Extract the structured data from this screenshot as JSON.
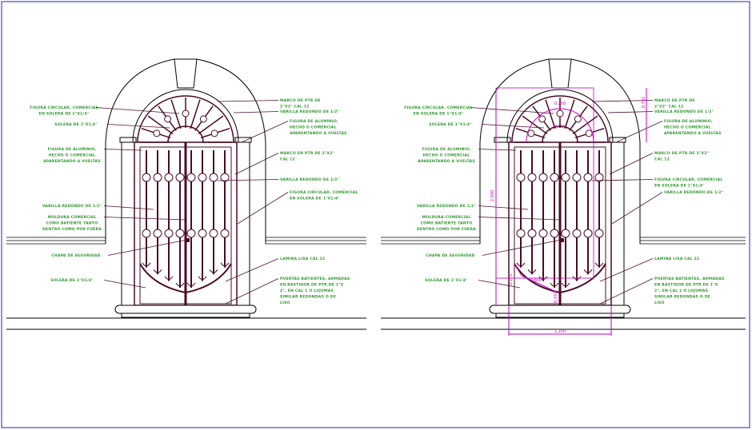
{
  "colors": {
    "border": "#2020c0",
    "line": "#000000",
    "door": "#4a0b24",
    "leader": "#4a1030",
    "label": "#2e9a2e",
    "dimension": "#c000c0"
  },
  "elevations": [
    {
      "labels": [
        {
          "lines": [
            "FIGURA CIRCULAR, COMERCIAL",
            "EN SOLERA DE 1\"X1/4\""
          ]
        },
        {
          "lines": [
            "SOLERA DE 1\"X1/4\""
          ]
        },
        {
          "lines": [
            "FIGURA DE ALUMINIO,",
            "HECHO O COMERCIAL",
            "APARENTANDO A VUELTAS"
          ]
        },
        {
          "lines": [
            "VARILLA REDONDO DE 1/2\""
          ]
        },
        {
          "lines": [
            "MOLDURA COMERCIAL",
            "COMO BATIENTE TANTO",
            "DENTRO COMO POR FUERA"
          ]
        },
        {
          "lines": [
            "CHAPA DE SEGURIDAD"
          ]
        },
        {
          "lines": [
            "SOLERA DE 1\"X1/4\""
          ]
        },
        {
          "lines": [
            "MARCO DE PTR DE",
            "2\"X2\" CAL 12"
          ]
        },
        {
          "lines": [
            "VARILLA REDONDO DE 1/2\""
          ]
        },
        {
          "lines": [
            "FIGURA DE ALUMINIO,",
            "HECHO O COMERCIAL",
            "APARENTANDO A VUELTAS"
          ]
        },
        {
          "lines": [
            "MARCO EN PTR DE 2\"X2\"",
            "CAL 12"
          ]
        },
        {
          "lines": [
            "VARILLA REDONDO DE 1/2\""
          ]
        },
        {
          "lines": [
            "FIGURA CIRCULAR, COMERCIAL",
            "EN SOLERA DE 1\"X1/4\""
          ]
        },
        {
          "lines": [
            "LAMINA LISA CAL 22"
          ]
        },
        {
          "lines": [
            "PUERTAS BATIENTES, ARMADAS",
            "EN BASTIDOR DE PTR DE 1\"X",
            "2\", EN CAL 1 O LUJUMAS",
            "SIMILAR REDONDAS O DE",
            "LISO"
          ]
        }
      ]
    },
    {
      "labels": [
        {
          "lines": [
            "FIGURA CIRCULAR, COMERCIAL",
            "EN SOLERA DE 1\"X1/4\""
          ]
        },
        {
          "lines": [
            "SOLERA DE 1\"X1/4\""
          ]
        },
        {
          "lines": [
            "FIGURA DE ALUMINIO,",
            "HECHO O COMERCIAL",
            "APARENTANDO A VUELTAS"
          ]
        },
        {
          "lines": [
            "VARILLA REDONDO DE 1/2\""
          ]
        },
        {
          "lines": [
            "MOLDURA COMERCIAL",
            "COMO BATIENTE TANTO",
            "DENTRO COMO POR FUERA"
          ]
        },
        {
          "lines": [
            "CHAPA DE SEGURIDAD"
          ]
        },
        {
          "lines": [
            "SOLERA DE 1\"X1/4\""
          ]
        },
        {
          "lines": [
            "MARCO DE PTR DE",
            "2\"X2\" CAL 12"
          ]
        },
        {
          "lines": [
            "VARILLA REDONDO DE 1/2\""
          ]
        },
        {
          "lines": [
            "FIGURA DE ALUMINIO,",
            "HECHO O COMERCIAL",
            "APARENTANDO A VUELTAS"
          ]
        },
        {
          "lines": [
            "MARCO DE PTR DE 2\"X2\"",
            "CAL 12"
          ]
        },
        {
          "lines": [
            "FIGURA CIRCULAR, COMERCIAL",
            "EN SOLERA DE 1\"X1/4\""
          ]
        },
        {
          "lines": [
            "VARILLA REDONDO DE 1/2\""
          ]
        },
        {
          "lines": [
            "LAMINA LISA CAL 22"
          ]
        },
        {
          "lines": [
            "PUERTAS BATIENTES, ARMADAS",
            "EN BASTIDOR DE PTR DE 1\"X",
            "2\", EN CAL 1 O LUJUMAS",
            "SIMILAR REDONDAS O DE",
            "LISO"
          ]
        }
      ],
      "dimensions": {
        "total_height": "2.500",
        "arch_height": "0.731",
        "width": "1.250",
        "lower_curve_rise": "0.375",
        "lower_curve_length": "0.600",
        "center_drop": "0.150",
        "fan_radius": "0.250",
        "fan_inner": "0.150"
      }
    }
  ]
}
